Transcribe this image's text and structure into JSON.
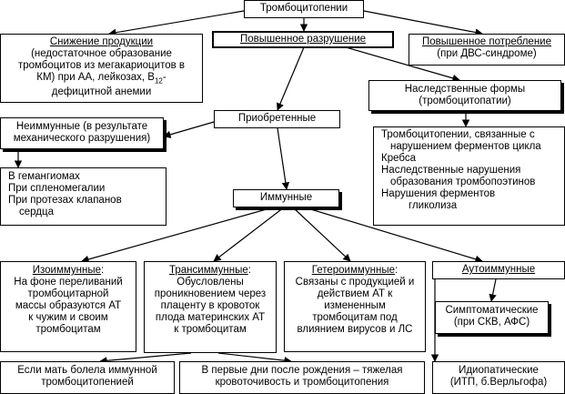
{
  "nodes": {
    "root": {
      "title": "Тромбоцитопении"
    },
    "production": {
      "title": "Снижение продукции",
      "lines": [
        "(недостаточное образование",
        "тромбоцитов из мегакариоцитов в",
        "КМ) при АА, лейкозах, В",
        "дефицитной анемии"
      ],
      "b12_sub": "12",
      "b12_dash": "-"
    },
    "destruction": {
      "title": "Повышенное разрушение"
    },
    "consumption": {
      "title": "Повышенное потребление",
      "lines": [
        "(при ДВС-синдроме)"
      ]
    },
    "hereditary": {
      "lines": [
        "Наследственные формы",
        "(тромбоцитопатии)"
      ]
    },
    "acquired": {
      "title": "Приобретенные"
    },
    "hereditary_list": {
      "lines": [
        "Тромбоцитопении, связанные с",
        "нарушением ферментов цикла",
        "Кребса",
        "Наследственные нарушения",
        "образования тромбопоэтинов",
        "Нарушения ферментов",
        "гликолиза"
      ]
    },
    "nonimmune": {
      "lines": [
        "Неиммунные (в результате",
        "механического разрушения)"
      ]
    },
    "mechanical_list": {
      "lines": [
        "В гемангиомах",
        "При спленомегалии",
        "При протезах клапанов",
        "сердца"
      ]
    },
    "immune": {
      "title": "Иммунные"
    },
    "iso": {
      "title": "Изоиммунные",
      "colon": ":",
      "lines": [
        "На фоне переливаний",
        "тромбоцитарной",
        "массы образуются АТ",
        "к чужим и своим",
        "тромбоцитам"
      ]
    },
    "trans": {
      "title": "Трансиммунные",
      "colon": ":",
      "lines": [
        "Обусловлены",
        "проникновением через",
        "плаценту в кровоток",
        "плода материнских АТ",
        "к тромбоцитам"
      ]
    },
    "hetero": {
      "title": "Гетероиммунные",
      "colon": ":",
      "lines": [
        "Связаны с продукцией и",
        "действием АТ к",
        "измененным",
        "тромбоцитам под",
        "влиянием вирусов и ЛС"
      ]
    },
    "auto": {
      "title": "Аутоиммунные"
    },
    "symptomatic": {
      "lines": [
        "Симптоматические",
        "(при СКВ, АФС)"
      ]
    },
    "mother": {
      "lines": [
        "Если мать болела иммунной",
        "тромбоцитопенией"
      ]
    },
    "newborn": {
      "lines": [
        "В первые дни после рождения – тяжелая",
        "кровоточивость и тромбоцитопения"
      ]
    },
    "idiopathic": {
      "lines": [
        "Идиопатические",
        "(ИТП, б.Верльгофа)"
      ]
    }
  }
}
